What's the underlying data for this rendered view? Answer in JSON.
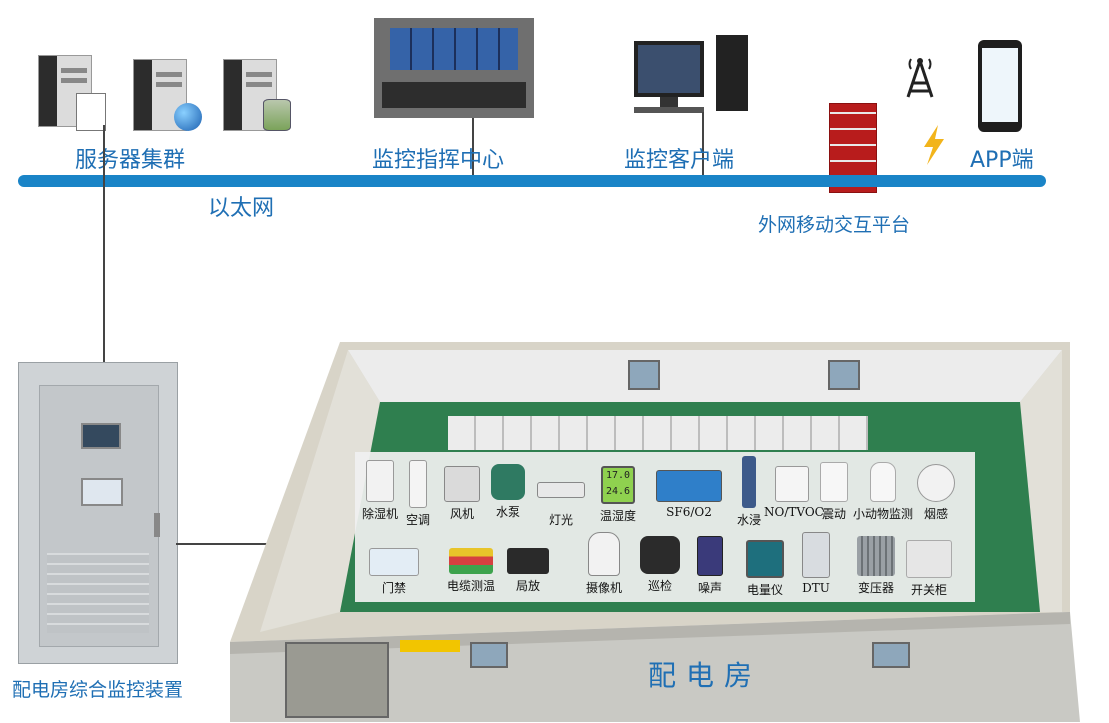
{
  "network": {
    "ethernet_label": "以太网",
    "ethernet_color": "#1a84c7",
    "nodes": {
      "servers": "服务器集群",
      "command_center": "监控指挥中心",
      "client": "监控客户端",
      "app": "APP端",
      "gateway": "外网移动交互平台"
    }
  },
  "device": {
    "label": "配电房综合监控装置"
  },
  "room": {
    "label": "配电房",
    "sensors_row1": [
      "除湿机",
      "空调",
      "风机",
      "水泵",
      "灯光",
      "温湿度",
      "SF6/O2",
      "水浸",
      "NO/TVOC",
      "震动",
      "小动物监测",
      "烟感"
    ],
    "sensors_row2": [
      "门禁",
      "电缆测温",
      "局放",
      "摄像机",
      "巡检",
      "噪声",
      "电量仪",
      "DTU",
      "变压器",
      "开关柜"
    ],
    "thermo_display": [
      "17.0",
      "24.6"
    ]
  },
  "icons": [
    "server-icon",
    "globe-icon",
    "database-icon",
    "video-wall-icon",
    "desktop-pc-icon",
    "antenna-tower-icon",
    "lightning-icon",
    "smartphone-icon",
    "firewall-icon"
  ]
}
